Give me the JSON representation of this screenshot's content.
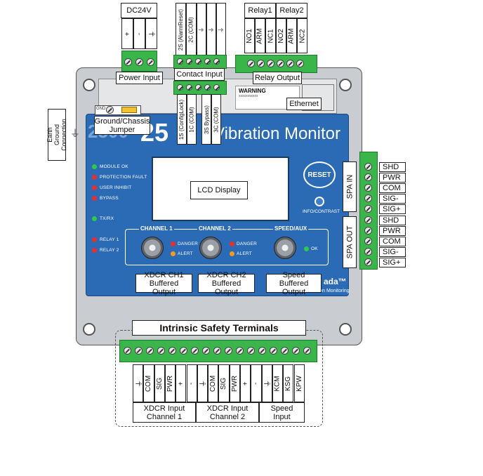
{
  "power": {
    "header": "DC24V",
    "terminals": [
      "+",
      "-",
      "⏚"
    ],
    "label": "Power Input"
  },
  "contact": {
    "top_terminals": [
      "2S (AlarmReset)",
      "2C (COM)",
      "⏚",
      "⏚",
      "⏚"
    ],
    "label": "Contact Input",
    "bottom_terminals": [
      "1S (ConfigLock)",
      "1C (COM)",
      "3S Bypass)",
      "3C (COM)"
    ]
  },
  "relay": {
    "headers": [
      "Relay1",
      "Relay2"
    ],
    "terminals": [
      "NO1",
      "ARM",
      "NC1",
      "NO2",
      "ARM",
      "NC2"
    ],
    "label": "Relay Output"
  },
  "warning": {
    "title": "WARNING",
    "text": "xxxxxxxxxxx"
  },
  "ethernet": {
    "label": "Ethernet"
  },
  "earth": {
    "label": "Earth Ground Connection"
  },
  "jumper": {
    "label": "Ground/Chassis Jumper",
    "tag": "GND"
  },
  "device": {
    "model_big": "25",
    "model_faded": "2500",
    "title": "Vibration Monitor",
    "brand": "ada™",
    "subtitle": "Asset Condition Monitoring",
    "colors": {
      "panel": "#2b6bb5",
      "body": "#c9ccd0",
      "terminal": "#39b54a"
    }
  },
  "leds": {
    "status": [
      "MODULE OK",
      "PROTECTION FAULT",
      "USER INHIBIT",
      "BYPASS"
    ],
    "txrx": "TX/RX",
    "relays": [
      "RELAY 1",
      "RELAY 2"
    ]
  },
  "lcd": {
    "label": "LCD Display"
  },
  "reset": {
    "label": "RESET",
    "info": "INFO/CONTRAST"
  },
  "channels": {
    "ch1": {
      "title": "CHANNEL 1",
      "danger": "DANGER",
      "alert": "ALERT"
    },
    "ch2": {
      "title": "CHANNEL 2",
      "danger": "DANGER",
      "alert": "ALERT"
    },
    "speed": {
      "title": "SPEED/AUX",
      "ok": "OK"
    }
  },
  "buffered": {
    "ch1": "XDCR CH1 Buffered Output",
    "ch2": "XDCR CH2 Buffered Output",
    "speed": "Speed Buffered Output"
  },
  "spa": {
    "in": "SPA IN",
    "out": "SPA OUT",
    "signals": [
      "SHD",
      "PWR",
      "COM",
      "SIG-",
      "SIG+",
      "SHD",
      "PWR",
      "COM",
      "SIG-",
      "SIG+"
    ]
  },
  "intrinsic": {
    "title": "Intrinsic Safety Terminals",
    "terminals": [
      "⏚",
      "COM",
      "SIG",
      "PWR",
      "+",
      "-",
      "⏚",
      "COM",
      "SIG",
      "PWR",
      "+",
      "-",
      "⏚",
      "KCM",
      "KSG",
      "KPW"
    ],
    "groups": [
      "XDCR Input Channel 1",
      "XDCR Input Channel 2",
      "Speed Input"
    ]
  }
}
